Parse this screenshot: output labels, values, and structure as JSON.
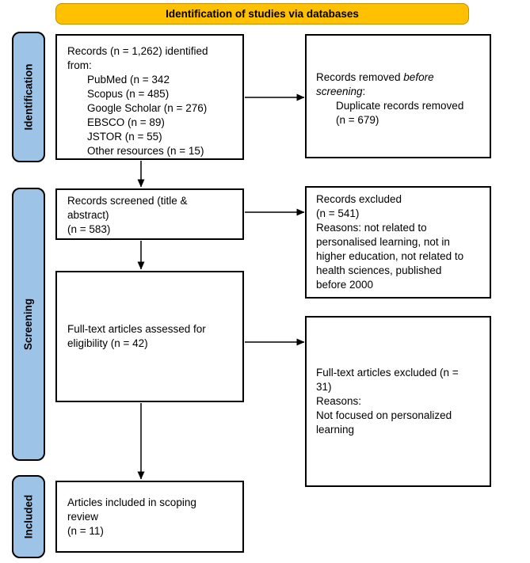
{
  "colors": {
    "banner-bg": "#FFC000",
    "banner-border": "#BF9000",
    "stage-bg": "#9DC3E6",
    "box-border": "#000000",
    "arrow": "#000000"
  },
  "banner": {
    "label": "Identification of studies via databases"
  },
  "stages": [
    {
      "label": "Identification"
    },
    {
      "label": "Screening"
    },
    {
      "label": "Included"
    }
  ],
  "boxes": {
    "records_identified": {
      "lines": [
        {
          "text": "Records (n = 1,262) identified"
        },
        {
          "text": "from:"
        },
        {
          "text": "PubMed (n = 342",
          "indent": 1
        },
        {
          "text": "Scopus (n = 485)",
          "indent": 1
        },
        {
          "text": "Google Scholar (n = 276)",
          "indent": 1
        },
        {
          "text": "EBSCO (n = 89)",
          "indent": 1
        },
        {
          "text": "JSTOR (n = 55)",
          "indent": 1
        },
        {
          "text": "Other resources (n = 15)",
          "indent": 1
        }
      ]
    },
    "records_removed": {
      "lines": [
        {
          "segments": [
            {
              "text": "Records removed "
            },
            {
              "text": "before",
              "italic": true
            }
          ]
        },
        {
          "segments": [
            {
              "text": "screening",
              "italic": true
            },
            {
              "text": ":"
            }
          ]
        },
        {
          "text": "Duplicate records removed",
          "indent": 1
        },
        {
          "text": "(n = 679)",
          "indent": 1
        }
      ]
    },
    "records_screened": {
      "lines": [
        {
          "text": "Records screened (title &"
        },
        {
          "text": "abstract)"
        },
        {
          "text": "(n = 583)"
        }
      ]
    },
    "records_excluded": {
      "lines": [
        {
          "text": "Records excluded"
        },
        {
          "text": "(n = 541)"
        },
        {
          "text": "Reasons: not related to"
        },
        {
          "text": "personalised learning, not in"
        },
        {
          "text": "higher education, not related to"
        },
        {
          "text": "health sciences, published"
        },
        {
          "text": "before 2000"
        }
      ]
    },
    "fulltext_assessed": {
      "lines": [
        {
          "text": "Full-text articles assessed for"
        },
        {
          "text": "eligibility (n = 42)"
        }
      ]
    },
    "fulltext_excluded": {
      "lines": [
        {
          "text": "Full-text articles excluded (n ="
        },
        {
          "text": "31)"
        },
        {
          "text": "Reasons:"
        },
        {
          "text": "Not focused on personalized"
        },
        {
          "text": "learning"
        }
      ]
    },
    "articles_included": {
      "lines": [
        {
          "text": "Articles included in scoping"
        },
        {
          "text": "review"
        },
        {
          "text": "(n = 11)"
        }
      ]
    }
  }
}
